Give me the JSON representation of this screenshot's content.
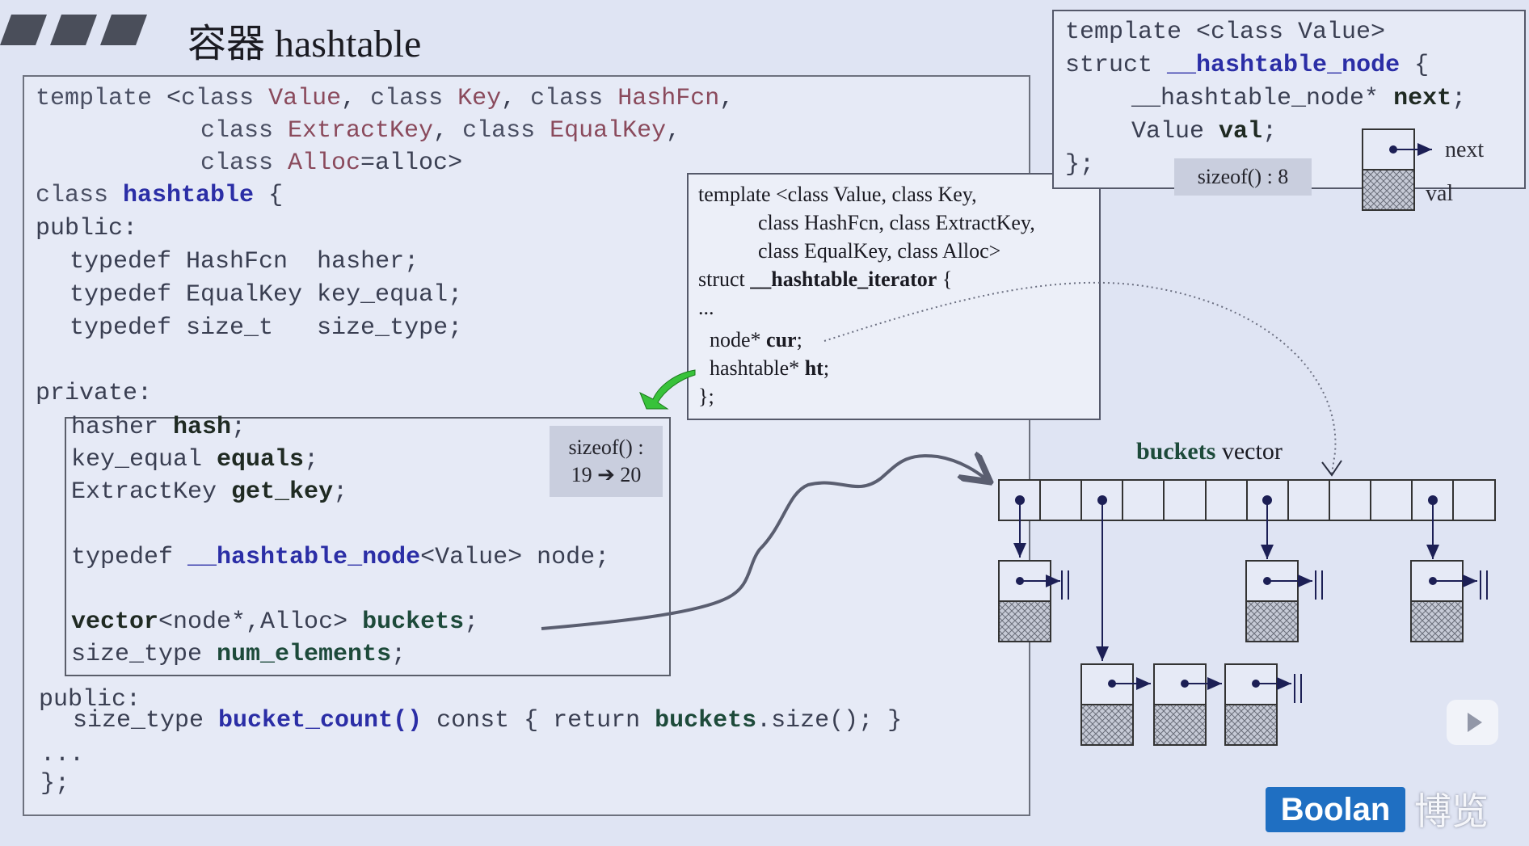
{
  "title": "容器 hashtable",
  "main_code": {
    "lines": [
      "template <class Value, class Key, class HashFcn,",
      "          class ExtractKey, class EqualKey,",
      "          class Alloc=alloc>",
      "class hashtable {",
      "public:",
      "  typedef HashFcn  hasher;",
      "  typedef EqualKey key_equal;",
      "  typedef size_t   size_type;",
      "private:",
      "  hasher hash;",
      "  key_equal equals;",
      "  ExtractKey get_key;",
      "  typedef __hashtable_node<Value> node;",
      "  vector<node*,Alloc> buckets;",
      "  size_type num_elements;",
      "public:",
      "  size_type bucket_count() const { return buckets.size(); }",
      "...",
      "};"
    ]
  },
  "sizeof_private": {
    "line1": "sizeof() :",
    "line2": "19 ➔ 20"
  },
  "iterator_code": {
    "lines": [
      "template <class Value, class Key,",
      "     class HashFcn, class ExtractKey,",
      "     class EqualKey, class Alloc>",
      "struct __hashtable_iterator {",
      "...",
      " node* cur;",
      " hashtable* ht;",
      "};"
    ]
  },
  "node_code": {
    "lines": [
      "template <class Value>",
      "struct __hashtable_node {",
      "    __hashtable_node* next;",
      "    Value val;",
      "};"
    ]
  },
  "sizeof_node": "sizeof() : 8",
  "node_diagram": {
    "next_label": "next",
    "val_label": "val"
  },
  "buckets_label": {
    "bold": "buckets",
    "normal": "vector"
  },
  "branding": {
    "logo": "Boolan",
    "logo_cn": "博览"
  }
}
